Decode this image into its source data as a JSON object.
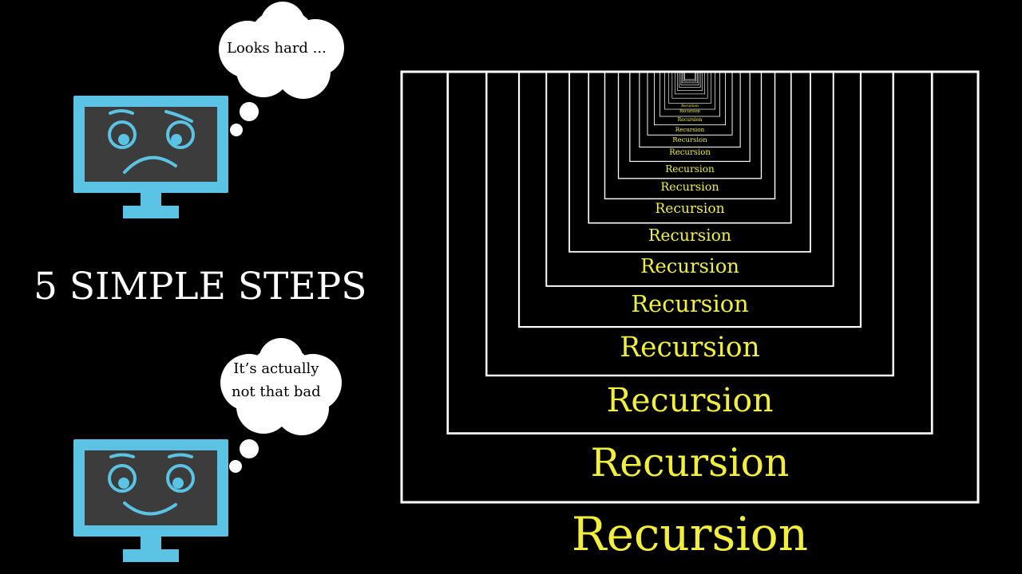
{
  "title": "5 SIMPLE STEPS",
  "bubble_top": {
    "text": "Looks hard ..."
  },
  "bubble_bottom": {
    "line1": "It’s actually",
    "line2": "not that bad"
  },
  "recursion": {
    "word": "Recursion",
    "levels": 24
  },
  "colors": {
    "background": "#000000",
    "monitor": "#5bc3e4",
    "screen": "#3c3c3c",
    "frame": "#ffffff",
    "recursion_text": "#f2ef3a",
    "bubble": "#ffffff"
  },
  "icons": [
    "sad-computer-icon",
    "happy-computer-icon",
    "thought-bubble-icon"
  ]
}
